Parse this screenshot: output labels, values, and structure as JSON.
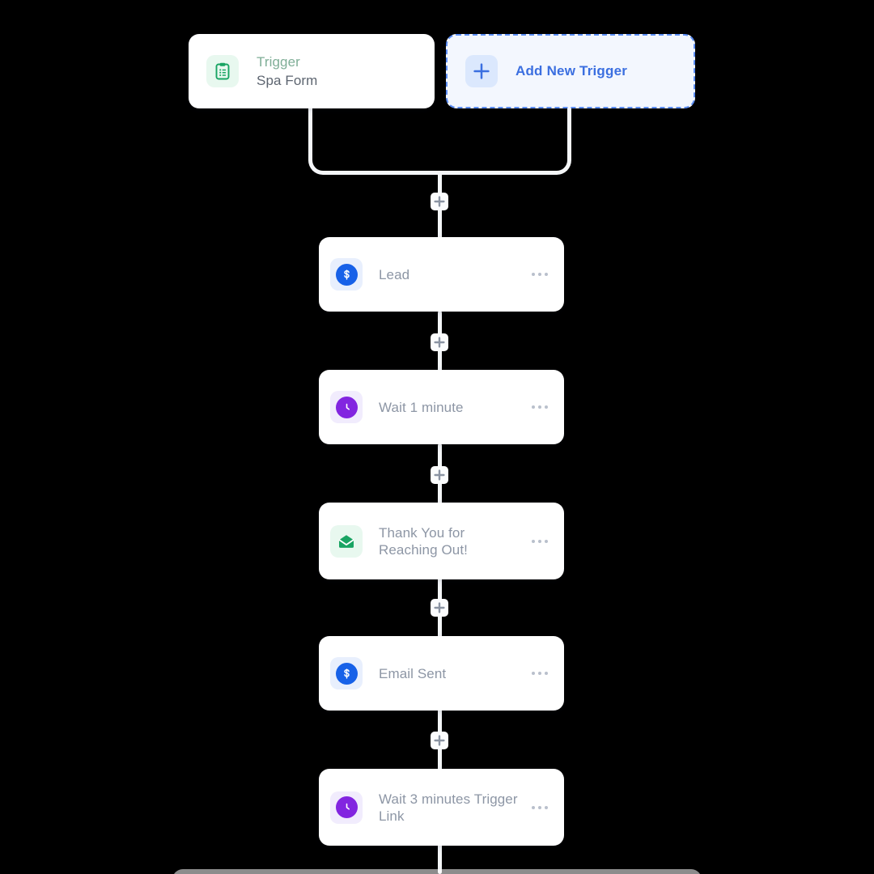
{
  "canvas": {
    "background_color": "#000000",
    "card_color": "#ffffff",
    "connector_color": "#f4f6f8"
  },
  "triggers": {
    "existing": {
      "kind_label": "Trigger",
      "name_label": "Spa Form",
      "icon": "clipboard-list-icon",
      "icon_color": "#19a463",
      "tile_color": "#e8f8ef",
      "kind_color": "#7fae97",
      "name_color": "#5d6570"
    },
    "add_new": {
      "label": "Add New Trigger",
      "icon": "plus-icon",
      "icon_color": "#3b6fe0",
      "border_color": "#5b8df4",
      "background_color": "#f3f7fe",
      "tile_color": "#dbe8fd"
    }
  },
  "steps": [
    {
      "label": "Lead",
      "icon": "dollar-circle-icon",
      "badge_color": "#1761e8",
      "tile_color": "#e8effd",
      "menu": "more-options",
      "lines": 1
    },
    {
      "label": "Wait 1 minute",
      "icon": "clock-circle-icon",
      "badge_color": "#8225e0",
      "tile_color": "#f1ecfd",
      "menu": "more-options",
      "lines": 1
    },
    {
      "label": "Thank You for Reaching Out!",
      "icon": "envelope-icon",
      "badge_color": "#19a463",
      "tile_color": "#e8f8ef",
      "menu": "more-options",
      "lines": 2
    },
    {
      "label": "Email Sent",
      "icon": "dollar-circle-icon",
      "badge_color": "#1761e8",
      "tile_color": "#e8effd",
      "menu": "more-options",
      "lines": 1
    },
    {
      "label": "Wait 3 minutes Trigger Link",
      "icon": "clock-circle-icon",
      "badge_color": "#8225e0",
      "tile_color": "#f1ecfd",
      "menu": "more-options",
      "lines": 2
    }
  ],
  "connectors": {
    "add_step_icon": "plus-icon",
    "add_step_count": 5
  }
}
